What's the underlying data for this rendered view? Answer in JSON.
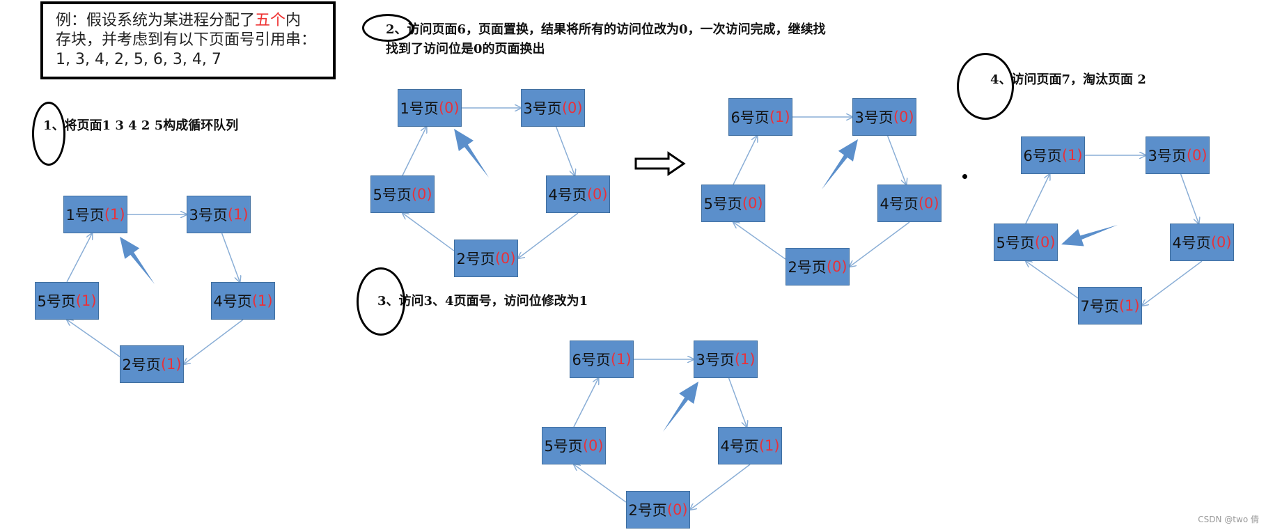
{
  "example": {
    "line1_a": "例：假设系统为某进程分配了",
    "line1_highlight": "五个",
    "line1_b": "内",
    "line2": "存块，并考虑到有以下页面号引用串：",
    "line3": "1, 3, 4, 2, 5, 6, 3, 4, 7"
  },
  "steps": {
    "step1": "1、将页面1  3  4  2  5构成循环队列",
    "step2_line1": "2、访问页面6，页面置换，结果将所有的访问位改为0，一次访问完成，继续找",
    "step2_line2": "找到了访问位是0的页面换出",
    "step3": "3、访问3、4页面号，访问位修改为1",
    "step4": "4、访问页面7，淘汰页面 2"
  },
  "colors": {
    "node_fill": "#5b8fcb",
    "bit_color": "#e8313a",
    "edge_color": "#8aaed6",
    "pointer_color": "#5b8fcb"
  },
  "diagrams": [
    {
      "name": "diagram-step1",
      "nodes": [
        {
          "page": "1号页",
          "bit": "(1)"
        },
        {
          "page": "3号页",
          "bit": "(1)"
        },
        {
          "page": "4号页",
          "bit": "(1)"
        },
        {
          "page": "2号页",
          "bit": "(1)"
        },
        {
          "page": "5号页",
          "bit": "(1)"
        }
      ]
    },
    {
      "name": "diagram-step2a",
      "nodes": [
        {
          "page": "1号页",
          "bit": "(0)"
        },
        {
          "page": "3号页",
          "bit": "(0)"
        },
        {
          "page": "4号页",
          "bit": "(0)"
        },
        {
          "page": "2号页",
          "bit": "(0)"
        },
        {
          "page": "5号页",
          "bit": "(0)"
        }
      ]
    },
    {
      "name": "diagram-step2b",
      "nodes": [
        {
          "page": "6号页",
          "bit": "(1)"
        },
        {
          "page": "3号页",
          "bit": "(0)"
        },
        {
          "page": "4号页",
          "bit": "(0)"
        },
        {
          "page": "2号页",
          "bit": "(0)"
        },
        {
          "page": "5号页",
          "bit": "(0)"
        }
      ]
    },
    {
      "name": "diagram-step3",
      "nodes": [
        {
          "page": "6号页",
          "bit": "(1)"
        },
        {
          "page": "3号页",
          "bit": "(1)"
        },
        {
          "page": "4号页",
          "bit": "(1)"
        },
        {
          "page": "2号页",
          "bit": "(0)"
        },
        {
          "page": "5号页",
          "bit": "(0)"
        }
      ]
    },
    {
      "name": "diagram-step4",
      "nodes": [
        {
          "page": "6号页",
          "bit": "(1)"
        },
        {
          "page": "3号页",
          "bit": "(0)"
        },
        {
          "page": "4号页",
          "bit": "(0)"
        },
        {
          "page": "7号页",
          "bit": "(1)"
        },
        {
          "page": "5号页",
          "bit": "(0)"
        }
      ]
    }
  ],
  "watermark": "CSDN @two 倩"
}
